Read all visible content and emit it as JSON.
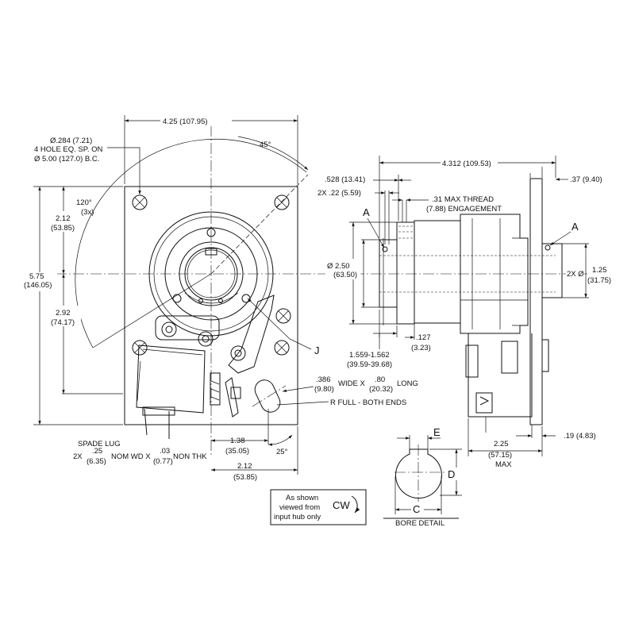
{
  "front_view": {
    "width_dim": "4.25 (107.95)",
    "hole_dia": "Ø.284 (7.21)",
    "hole_note": "4 HOLE EQ. SP. ON",
    "bolt_circle": "Ø 5.00 (127.0) B.C.",
    "angle_45": "45°",
    "angle_120": "120°",
    "angle_120_qty": "(3x)",
    "height_dim": "5.75",
    "height_dim_mm": "(146.05)",
    "top_to_center": "2.12",
    "top_to_center_mm": "(53.85)",
    "center_to_bottom": "2.92",
    "center_to_bottom_mm": "(74.17)",
    "label_j": "J",
    "slot_width": ".386",
    "slot_width_mm": "(9.80)",
    "slot_wide_x": "WIDE X",
    "slot_length": ".80",
    "slot_length_mm": "(20.32)",
    "slot_long": "LONG",
    "slot_radius": "R FULL - BOTH ENDS",
    "spade_lug": "SPADE LUG",
    "spade_qty": "2X",
    "spade_width": ".25",
    "spade_width_mm": "(6.35)",
    "spade_nom_wd": "NOM WD X",
    "spade_thk": ".03",
    "spade_thk_mm": "(0.77)",
    "spade_non_thk": "NON THK",
    "center_to_slot": "1.38",
    "center_to_slot_mm": "(35.05)",
    "angle_25": "25°",
    "center_to_right": "2.12",
    "center_to_right_mm": "(53.85)"
  },
  "side_view": {
    "label_a_left": "A",
    "label_a_right": "A",
    "overall_length": "4.312 (109.53)",
    "flange_thk": ".37 (9.40)",
    "hub_offset": ".528 (13.41)",
    "hole_qty_size": "2X .22 (5.59)",
    "thread_depth": ".31 MAX THREAD",
    "thread_engagement": "(7.88) ENGAGEMENT",
    "hub_dia": "Ø 2.50",
    "hub_dia_mm": "(63.50)",
    "pilot_qty_dia": "2X Ø",
    "pilot_dia": "1.25",
    "pilot_dia_mm": "(31.75)",
    "hub_length": "1.559-1.562",
    "hub_length_mm": "(39.59-39.68)",
    "shoulder": ".127",
    "shoulder_mm": "(3.23)",
    "max_depth": "2.25",
    "max_depth_mm": "(57.15)",
    "max_label": "MAX",
    "flange_offset": ".19 (4.83)"
  },
  "bore_detail": {
    "label_e": "E",
    "label_d": "D",
    "label_c": "C",
    "caption": "BORE DETAIL"
  },
  "note_box": {
    "line1": "As shown",
    "line2": "viewed from",
    "line3": "input hub only",
    "direction": "CW"
  }
}
